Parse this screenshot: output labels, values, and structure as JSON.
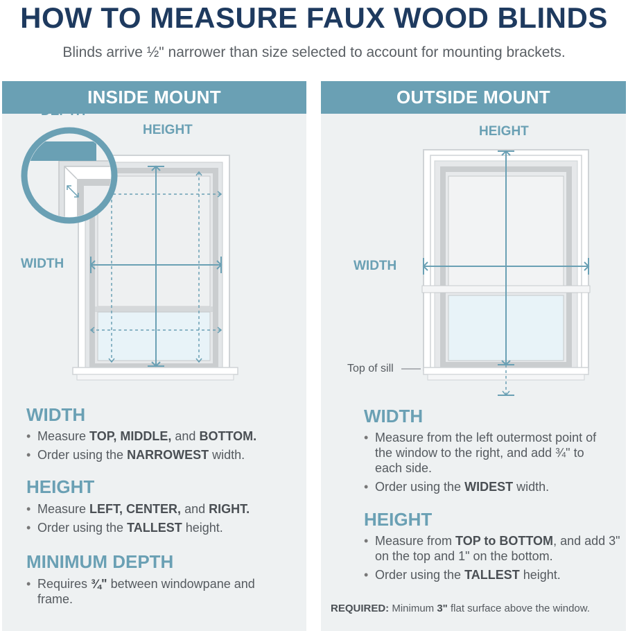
{
  "header": {
    "title": "HOW TO MEASURE FAUX WOOD BLINDS",
    "subtitle": "Blinds arrive ½\" narrower than size selected to account for mounting brackets."
  },
  "inside": {
    "title": "INSIDE MOUNT",
    "depth_label": "DEPTH",
    "height_label": "HEIGHT",
    "width_label": "WIDTH",
    "width_heading": "WIDTH",
    "width_b1": [
      "Measure ",
      "TOP, MIDDLE,",
      " and ",
      "BOTTOM."
    ],
    "width_b2": [
      "Order using the ",
      "NARROWEST",
      " width."
    ],
    "height_heading": "HEIGHT",
    "height_b1": [
      "Measure ",
      "LEFT, CENTER,",
      " and ",
      "RIGHT."
    ],
    "height_b2": [
      " Order using the ",
      "TALLEST",
      " height."
    ],
    "depth_heading": "MINIMUM DEPTH",
    "depth_b1": [
      "Requires ",
      "¾\"",
      " between windowpane and frame."
    ]
  },
  "outside": {
    "title": "OUTSIDE MOUNT",
    "height_label": "HEIGHT",
    "width_label": "WIDTH",
    "sill_label": "Top of sill",
    "width_heading": "WIDTH",
    "width_b1": "Measure from the left outermost point of the window to the right, and add ¾\" to each side.",
    "width_b2": [
      "Order using the ",
      "WIDEST",
      " width."
    ],
    "height_heading": "HEIGHT",
    "height_b1": [
      "Measure from ",
      "TOP to BOTTOM",
      ", and add 3\" on the top and 1\" on the bottom."
    ],
    "height_b2": [
      "Order using the ",
      "TALLEST",
      " height."
    ],
    "required": [
      "REQUIRED:",
      " Minimum ",
      "3\"",
      " flat surface above the window."
    ]
  },
  "colors": {
    "accent": "#6aa0b4",
    "title": "#1e3a5f",
    "panel_bg": "#eef1f2"
  }
}
